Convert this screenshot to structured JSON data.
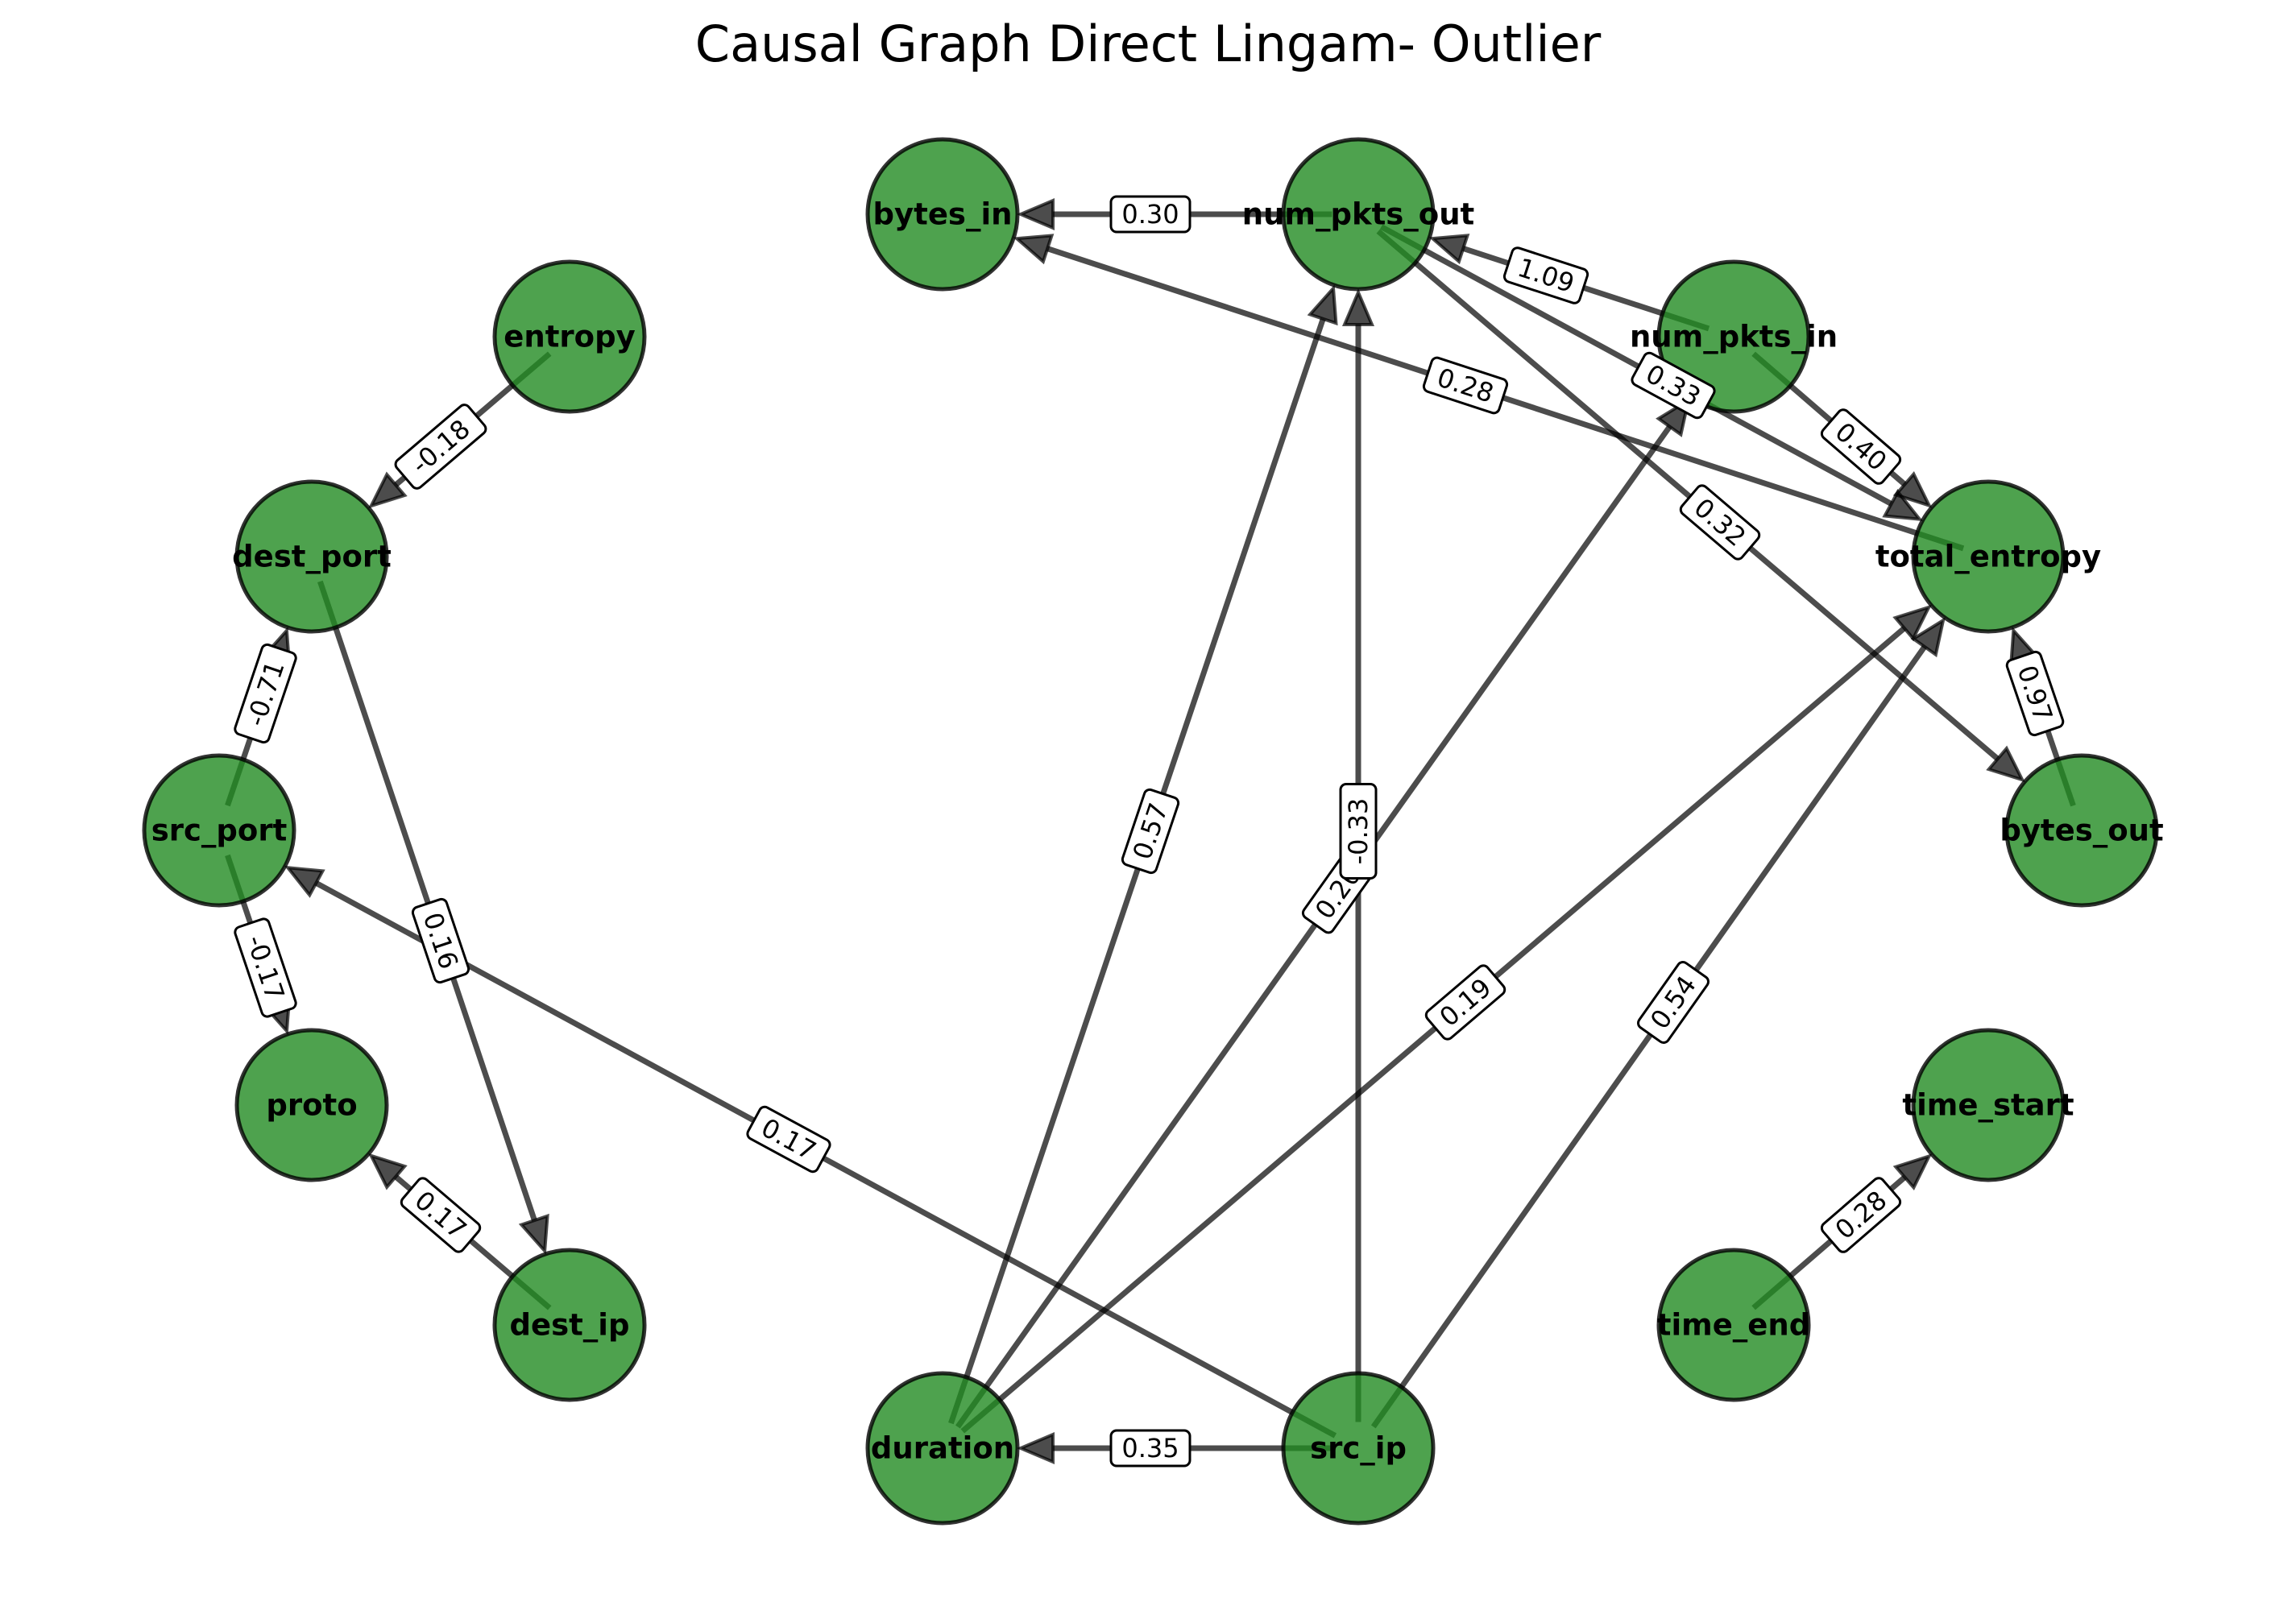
{
  "title": "Causal Graph Direct Lingam- Outlier",
  "colors": {
    "node_fill": "#228b22",
    "edge": "#000000",
    "label_box": "#ffffff"
  },
  "nodes": [
    {
      "id": "bytes_in",
      "label": "bytes_in"
    },
    {
      "id": "num_pkts_out",
      "label": "num_pkts_out"
    },
    {
      "id": "num_pkts_in",
      "label": "num_pkts_in"
    },
    {
      "id": "entropy",
      "label": "entropy"
    },
    {
      "id": "dest_port",
      "label": "dest_port"
    },
    {
      "id": "total_entropy",
      "label": "total_entropy"
    },
    {
      "id": "src_port",
      "label": "src_port"
    },
    {
      "id": "bytes_out",
      "label": "bytes_out"
    },
    {
      "id": "proto",
      "label": "proto"
    },
    {
      "id": "time_start",
      "label": "time_start"
    },
    {
      "id": "dest_ip",
      "label": "dest_ip"
    },
    {
      "id": "time_end",
      "label": "time_end"
    },
    {
      "id": "duration",
      "label": "duration"
    },
    {
      "id": "src_ip",
      "label": "src_ip"
    }
  ],
  "edges": [
    {
      "from": "num_pkts_out",
      "to": "bytes_in",
      "label": "0.30"
    },
    {
      "from": "num_pkts_in",
      "to": "num_pkts_out",
      "label": "1.09"
    },
    {
      "from": "total_entropy",
      "to": "bytes_in",
      "label": "0.28"
    },
    {
      "from": "num_pkts_out",
      "to": "total_entropy",
      "label": "0.33"
    },
    {
      "from": "num_pkts_in",
      "to": "total_entropy",
      "label": "0.40"
    },
    {
      "from": "num_pkts_out",
      "to": "bytes_out",
      "label": "0.32"
    },
    {
      "from": "bytes_out",
      "to": "total_entropy",
      "label": "0.97"
    },
    {
      "from": "entropy",
      "to": "dest_port",
      "label": "-0.18"
    },
    {
      "from": "src_port",
      "to": "dest_port",
      "label": "-0.71"
    },
    {
      "from": "dest_port",
      "to": "dest_ip",
      "label": "0.16"
    },
    {
      "from": "src_port",
      "to": "proto",
      "label": "-0.17"
    },
    {
      "from": "dest_ip",
      "to": "proto",
      "label": "0.17"
    },
    {
      "from": "src_ip",
      "to": "src_port",
      "label": "0.17"
    },
    {
      "from": "duration",
      "to": "num_pkts_out",
      "label": "0.57"
    },
    {
      "from": "duration",
      "to": "num_pkts_in",
      "label": "0.20"
    },
    {
      "from": "src_ip",
      "to": "num_pkts_out",
      "label": "-0.33"
    },
    {
      "from": "duration",
      "to": "total_entropy",
      "label": "0.19"
    },
    {
      "from": "src_ip",
      "to": "total_entropy",
      "label": "0.54"
    },
    {
      "from": "src_ip",
      "to": "duration",
      "label": "0.35"
    },
    {
      "from": "time_end",
      "to": "time_start",
      "label": "0.28"
    }
  ]
}
